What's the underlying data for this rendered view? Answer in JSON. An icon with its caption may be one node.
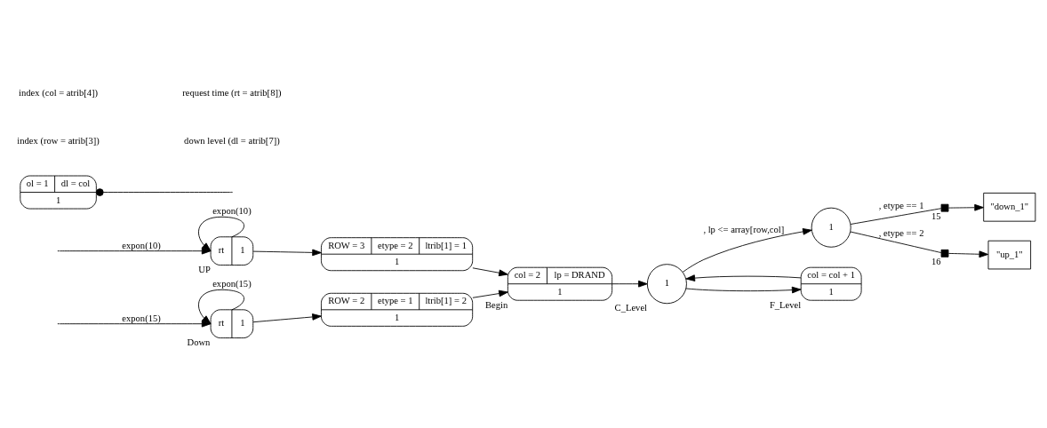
{
  "diagram": {
    "nodes": [
      {
        "text": [
          "rt",
          "1"
        ],
        "beside": [
          "Down"
        ]
      },
      {
        "text": [
          "ROW = 2",
          "etype = 1",
          "ltrib[1] = 2",
          "1"
        ]
      },
      {
        "text": [
          "rt",
          "1"
        ],
        "beside": [
          "UP"
        ]
      },
      {
        "text": [
          "ROW = 3",
          "etype = 2",
          "ltrib[1] = 1",
          "1"
        ]
      },
      {
        "text": [
          "col = 2",
          "lp = DRAND",
          "1"
        ],
        "beside": [
          "Begin"
        ]
      },
      {
        "text": [
          "1"
        ],
        "beside": [
          "C_Level"
        ]
      },
      {
        "text": [
          "1"
        ]
      },
      {
        "text": [],
        "shape": "box",
        "beside": [
          "15"
        ]
      },
      {
        "text": [
          "\"down_1\""
        ]
      },
      {
        "text": [],
        "shape": "box",
        "beside": [
          "16"
        ]
      },
      {
        "text": [
          "\"up_1\""
        ]
      },
      {
        "text": [
          "col = col + 1",
          "1"
        ],
        "beside": [
          "F_Level"
        ]
      },
      {
        "text": [
          "ol = 1",
          "dl = col",
          "1"
        ]
      }
    ],
    "edges": [
      {
        "from": null,
        "to": 0,
        "arrow": "to",
        "label": "expon(15)"
      },
      {
        "from": 0,
        "to": 0,
        "arrow": "to",
        "label": "expon(15)"
      },
      {
        "from": 0,
        "to": 1,
        "arrow": "to"
      },
      {
        "from": 1,
        "to": 4,
        "arrow": "to"
      },
      {
        "from": null,
        "to": 2,
        "arrow": "to",
        "label": "expon(10)"
      },
      {
        "from": 2,
        "to": 2,
        "arrow": "to",
        "label": "expon(10)"
      },
      {
        "from": 2,
        "to": 3,
        "arrow": "to"
      },
      {
        "from": 3,
        "to": 4,
        "arrow": "to"
      },
      {
        "from": 4,
        "to": 5,
        "arrow": "to"
      },
      {
        "from": 5,
        "to": 6,
        "arrow": "to",
        "label": ", lp <= array[row,col]"
      },
      {
        "from": 5,
        "to": 11,
        "arrow": "to"
      },
      {
        "from": 6,
        "to": 7,
        "arrow": "none",
        "label": ", etype == 1"
      },
      {
        "from": 7,
        "to": 8,
        "arrow": "to"
      },
      {
        "from": 6,
        "to": 9,
        "arrow": "none",
        "label": ", etype == 2"
      },
      {
        "from": 9,
        "to": 10,
        "arrow": "to"
      },
      {
        "from": 11,
        "to": 5,
        "arrow": "to"
      },
      {
        "from": 12,
        "to": null,
        "arrow": "other"
      }
    ],
    "labels": [
      "index (row = atrib[3])",
      "down level (dl = atrib[7])",
      "index (col = atrib[4])",
      "request time (rt = atrib[8])"
    ]
  }
}
